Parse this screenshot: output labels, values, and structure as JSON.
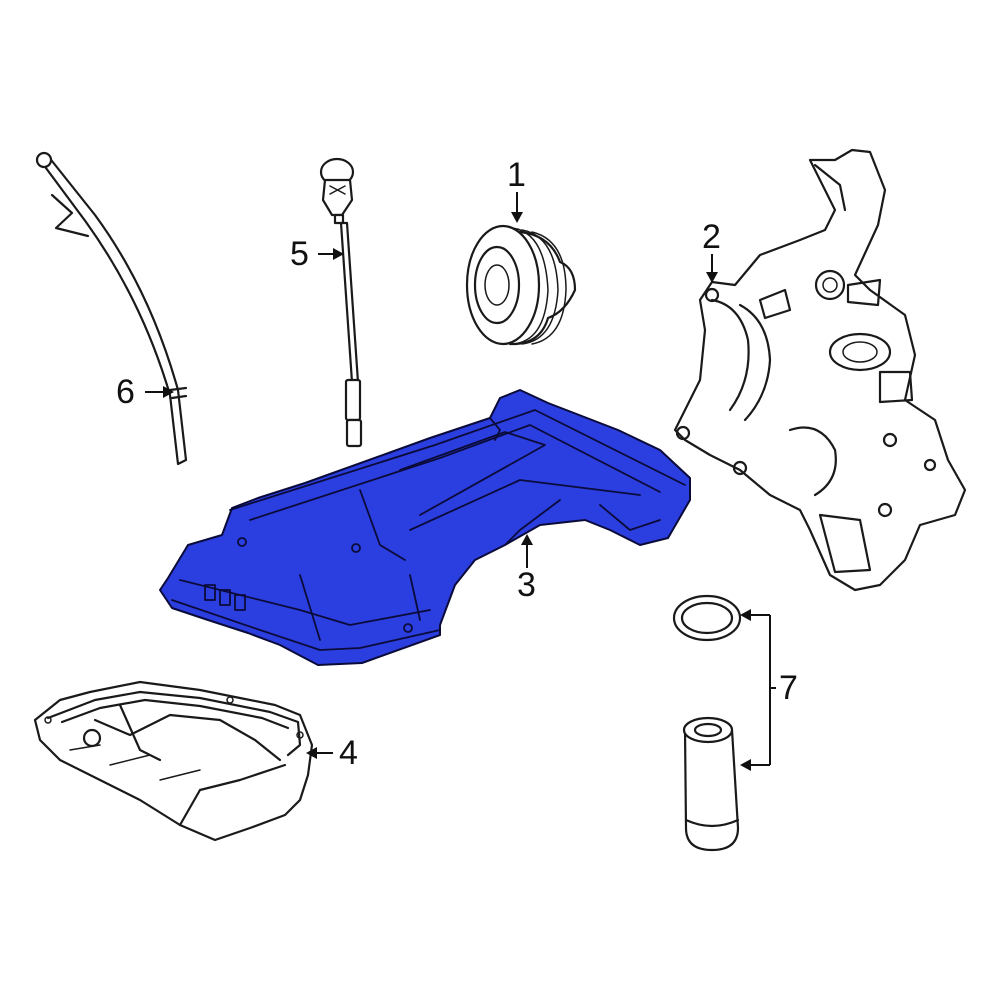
{
  "diagram": {
    "highlight_color": "#2b3ee0",
    "line_color": "#1a1a1a",
    "background_color": "#ffffff",
    "callouts": [
      {
        "id": "c1",
        "label": "1"
      },
      {
        "id": "c2",
        "label": "2"
      },
      {
        "id": "c3",
        "label": "3"
      },
      {
        "id": "c4",
        "label": "4"
      },
      {
        "id": "c5",
        "label": "5"
      },
      {
        "id": "c6",
        "label": "6"
      },
      {
        "id": "c7",
        "label": "7"
      }
    ]
  }
}
